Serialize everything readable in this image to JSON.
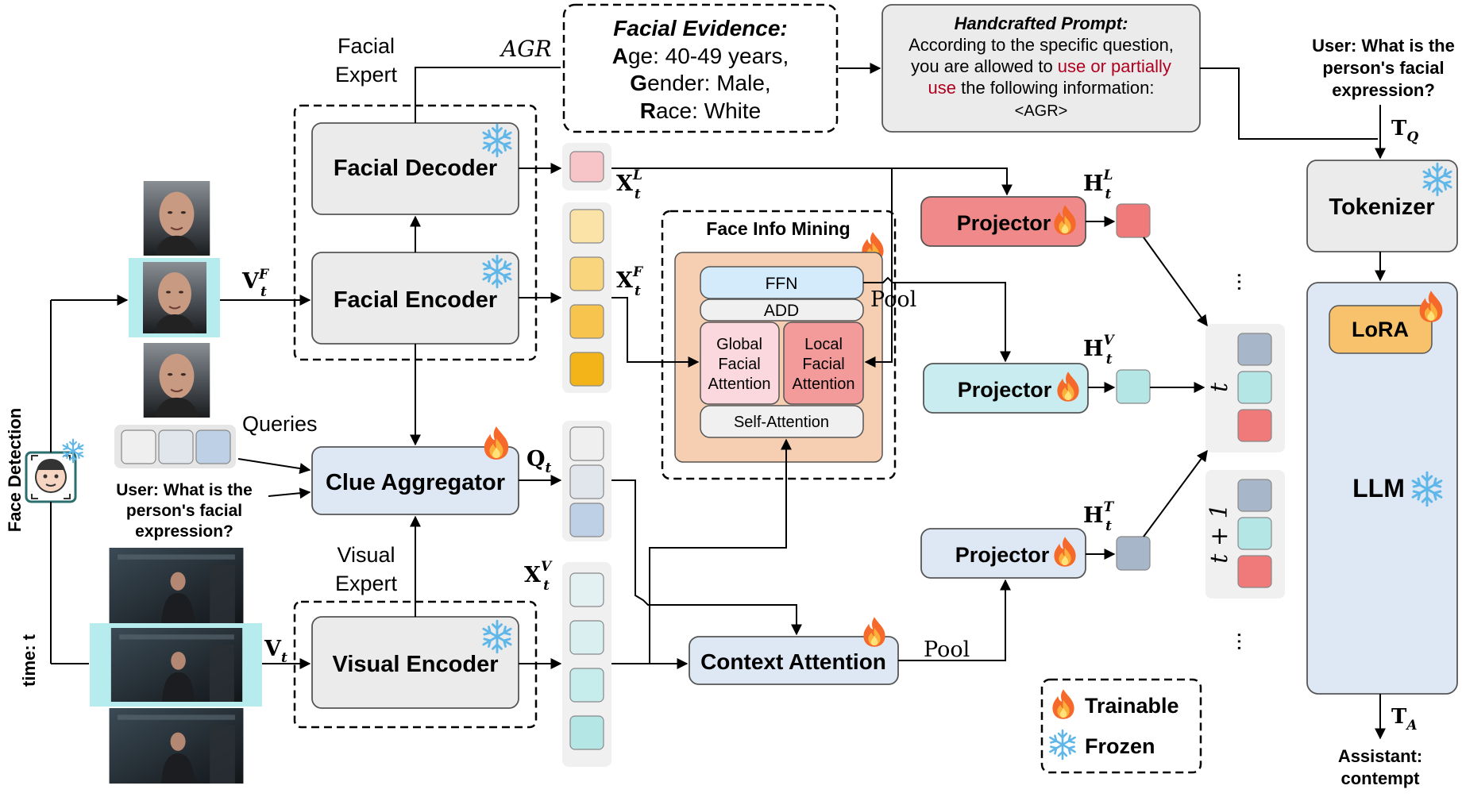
{
  "colors": {
    "gray_box": "#ebebeb",
    "blue_box": "#dde8f4",
    "red_proj": "#f08a8a",
    "cyan_proj": "#c8ecef",
    "orange_panel": "#f6cfb3",
    "ffn_blue": "#d3ebfb",
    "global_pink": "#fbd8de",
    "local_red": "#f39a9a",
    "lora_orange": "#f7c26b",
    "llm_blue": "#dde8f4",
    "highlight_red": "#b00020",
    "frame_cyan": "#b7ecee"
  },
  "labels": {
    "facial_expert": [
      "Facial",
      "Expert"
    ],
    "visual_expert": [
      "Visual",
      "Expert"
    ],
    "facial_decoder": "Facial Decoder",
    "facial_encoder": "Facial Encoder",
    "clue_aggregator": "Clue Aggregator",
    "visual_encoder": "Visual Encoder",
    "queries": "Queries",
    "user_query_left": [
      "User: What is the",
      "person's facial",
      "expression?"
    ],
    "face_detection": "Face Detection",
    "time": "time: t",
    "agr": "AGR",
    "pool_top": "Pool",
    "pool_bottom": "Pool",
    "face_info_mining": "Face Info Mining",
    "ffn": "FFN",
    "add": "ADD",
    "global_attention": [
      "Global",
      "Facial",
      "Attention"
    ],
    "local_attention": [
      "Local",
      "Facial",
      "Attention"
    ],
    "self_attention": "Self-Attention",
    "context_attention": "Context Attention",
    "projector": "Projector",
    "tokenizer": "Tokenizer",
    "lora": "LoRA",
    "llm": "LLM",
    "user_query_right": [
      "User: What is the",
      "person's facial",
      "expression?"
    ],
    "assistant": [
      "Assistant:",
      "contempt"
    ],
    "legend_trainable": "Trainable",
    "legend_frozen": "Frozen",
    "dots": "...",
    "t_label": "t",
    "t1_label": "t + 1"
  },
  "facial_evidence": {
    "title": "Facial Evidence:",
    "lines": [
      {
        "initial": "A",
        "rest": "ge: 40-49 years,"
      },
      {
        "initial": "G",
        "rest": "ender: Male,"
      },
      {
        "initial": "R",
        "rest": "ace: White"
      }
    ]
  },
  "handcrafted_prompt": {
    "title": "Handcrafted Prompt:",
    "line1": "According to the specific question,",
    "line2_pre": "you are allowed to ",
    "line2_red": "use or partially",
    "line3_red": "use",
    "line3_post": " the following information:",
    "line4": "<AGR>"
  },
  "math": {
    "vf": {
      "base": "V",
      "sup": "F",
      "sub": "t"
    },
    "v": {
      "base": "V",
      "sub": "t"
    },
    "xl": {
      "base": "X",
      "sup": "L",
      "sub": "t"
    },
    "xf": {
      "base": "X",
      "sup": "F",
      "sub": "t"
    },
    "xv": {
      "base": "X",
      "sup": "V",
      "sub": "t"
    },
    "q": {
      "base": "Q",
      "sub": "t"
    },
    "hl": {
      "base": "H",
      "sup": "L",
      "sub": "t"
    },
    "hv": {
      "base": "H",
      "sup": "V",
      "sub": "t"
    },
    "ht": {
      "base": "H",
      "sup": "T",
      "sub": "t"
    },
    "tq": {
      "base": "T",
      "sub": "Q"
    },
    "ta": {
      "base": "T",
      "sub": "A"
    }
  }
}
